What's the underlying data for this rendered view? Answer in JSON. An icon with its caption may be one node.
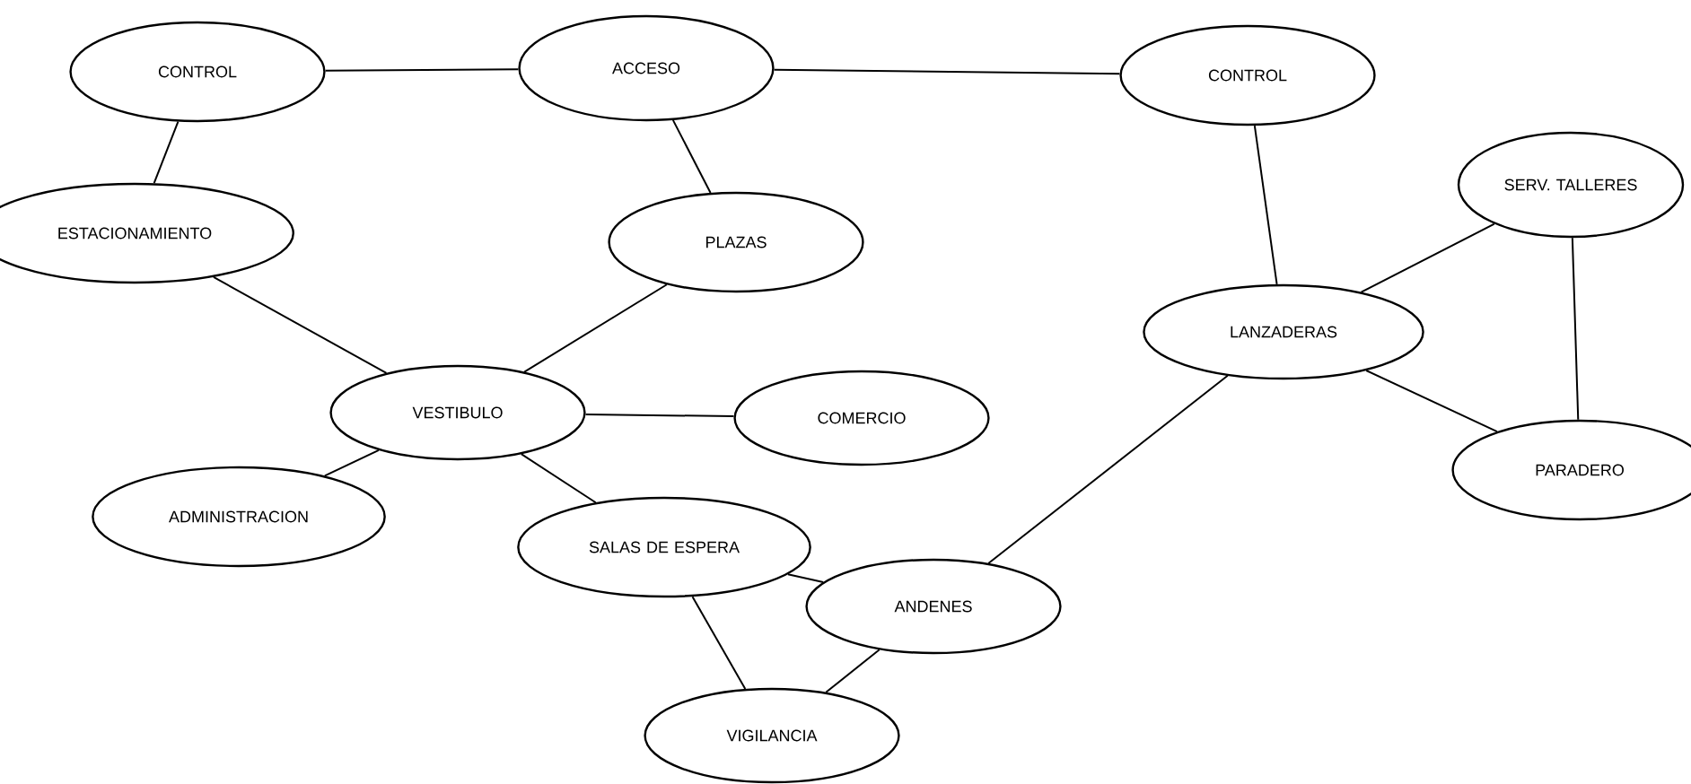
{
  "diagram": {
    "nodes": [
      {
        "text": [
          "CONTROL"
        ]
      },
      {
        "text": [
          "ACCESO"
        ]
      },
      {
        "text": [
          "CONTROL"
        ]
      },
      {
        "text": [
          "ESTACIONAMIENTO"
        ]
      },
      {
        "text": [
          "PLAZAS"
        ]
      },
      {
        "text": [
          "SERV. TALLERES"
        ]
      },
      {
        "text": [
          "LANZADERAS"
        ]
      },
      {
        "text": [
          "VESTIBULO"
        ]
      },
      {
        "text": [
          "COMERCIO"
        ]
      },
      {
        "text": [
          "PARADERO"
        ]
      },
      {
        "text": [
          "ADMINISTRACION"
        ]
      },
      {
        "text": [
          "SALAS DE ESPERA"
        ]
      },
      {
        "text": [
          "ANDENES"
        ]
      },
      {
        "text": [
          "VIGILANCIA"
        ]
      }
    ],
    "edges": [
      {
        "from": 0,
        "to": 1,
        "arrow": "none"
      },
      {
        "from": 1,
        "to": 2,
        "arrow": "none"
      },
      {
        "from": 0,
        "to": 3,
        "arrow": "none"
      },
      {
        "from": 1,
        "to": 4,
        "arrow": "none"
      },
      {
        "from": 3,
        "to": 7,
        "arrow": "none"
      },
      {
        "from": 4,
        "to": 7,
        "arrow": "none"
      },
      {
        "from": 7,
        "to": 8,
        "arrow": "none"
      },
      {
        "from": 7,
        "to": 10,
        "arrow": "none"
      },
      {
        "from": 7,
        "to": 11,
        "arrow": "none"
      },
      {
        "from": 2,
        "to": 6,
        "arrow": "none"
      },
      {
        "from": 6,
        "to": 5,
        "arrow": "none"
      },
      {
        "from": 6,
        "to": 9,
        "arrow": "none"
      },
      {
        "from": 5,
        "to": 9,
        "arrow": "none"
      },
      {
        "from": 6,
        "to": 12,
        "arrow": "none"
      },
      {
        "from": 11,
        "to": 12,
        "arrow": "none"
      },
      {
        "from": 11,
        "to": 13,
        "arrow": "none"
      },
      {
        "from": 12,
        "to": 13,
        "arrow": "none"
      }
    ]
  }
}
